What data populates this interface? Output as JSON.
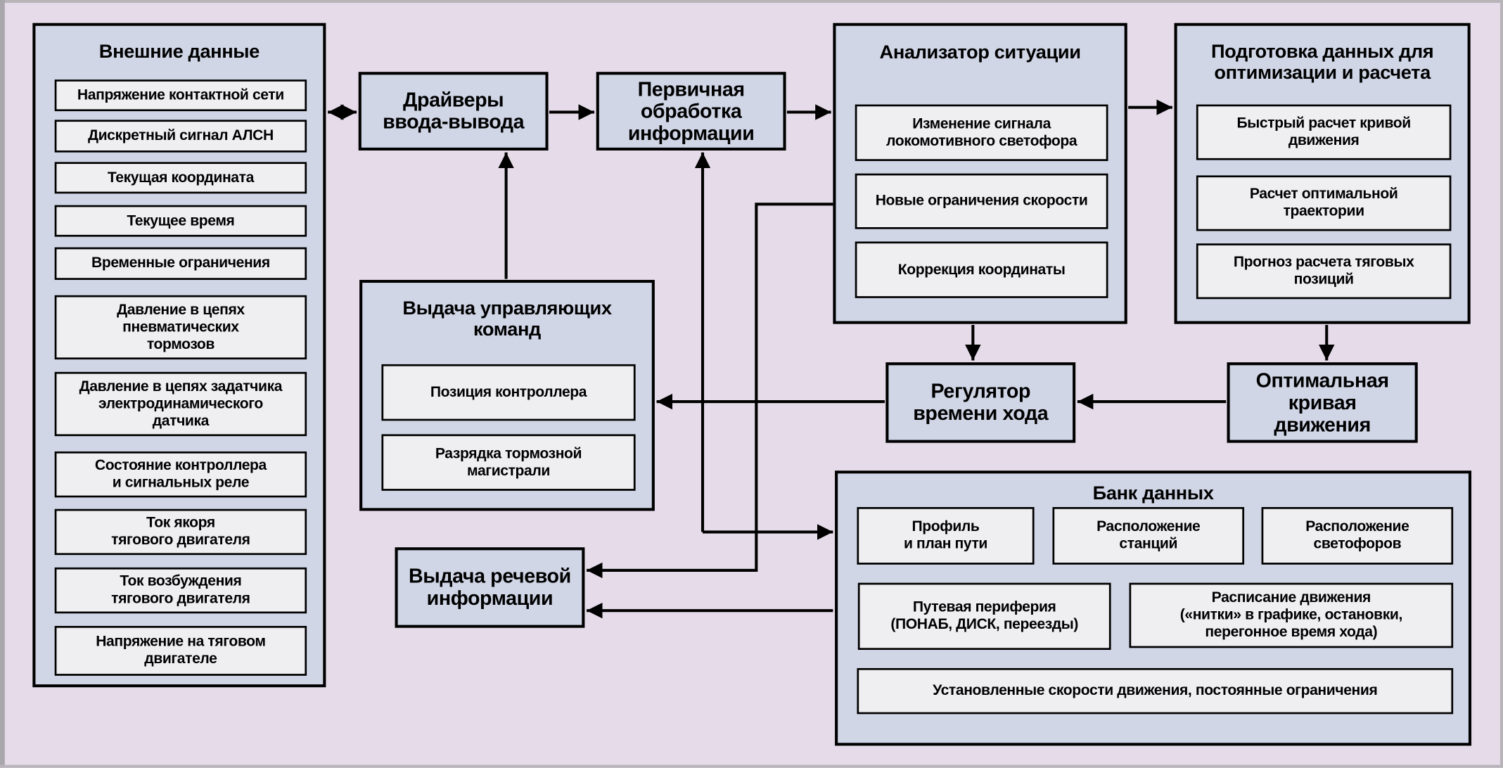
{
  "external_data": {
    "title": "Внешние данные",
    "items": [
      "Напряжение контактной сети",
      "Дискретный сигнал АЛСН",
      "Текущая координата",
      "Текущее время",
      "Временные ограничения",
      "Давление в цепях\nпневматических\nтормозов",
      "Давление в цепях задатчика\nэлектродинамического\nдатчика",
      "Состояние контроллера\nи сигнальных реле",
      "Ток якоря\nтягового двигателя",
      "Ток возбуждения\nтягового двигателя",
      "Напряжение на тяговом\nдвигателе"
    ]
  },
  "io_drivers": {
    "label": "Драйверы\nввода-вывода"
  },
  "primary_processing": {
    "label": "Первичная\nобработка\nинформации"
  },
  "situation_analyzer": {
    "title": "Анализатор ситуации",
    "items": [
      "Изменение сигнала\nлокомотивного светофора",
      "Новые ограничения скорости",
      "Коррекция координаты"
    ]
  },
  "optimization_prep": {
    "title": "Подготовка данных для\nоптимизации и расчета",
    "items": [
      "Быстрый расчет кривой\nдвижения",
      "Расчет оптимальной\nтраектории",
      "Прогноз расчета тяговых\nпозиций"
    ]
  },
  "control_commands": {
    "title": "Выдача управляющих\nкоманд",
    "items": [
      "Позиция контроллера",
      "Разрядка тормозной\nмагистрали"
    ]
  },
  "run_time_regulator": {
    "label": "Регулятор\nвремени хода"
  },
  "optimal_curve": {
    "label": "Оптимальная\nкривая\nдвижения"
  },
  "speech_output": {
    "label": "Выдача речевой\nинформации"
  },
  "data_bank": {
    "title": "Банк данных",
    "items": [
      "Профиль\nи  план пути",
      "Расположение\nстанций",
      "Расположение\nсветофоров",
      "Путевая периферия\n(ПОНАБ, ДИСК, переезды)",
      "Расписание движения\n(«нитки» в графике, остановки,\nперегонное время хода)",
      "Установленные скорости движения, постоянные ограничения"
    ]
  },
  "colors": {
    "background": "#e6dce9",
    "block_fill": "#d0d6e6",
    "inner_fill": "#efeff2",
    "stroke": "#000000"
  }
}
